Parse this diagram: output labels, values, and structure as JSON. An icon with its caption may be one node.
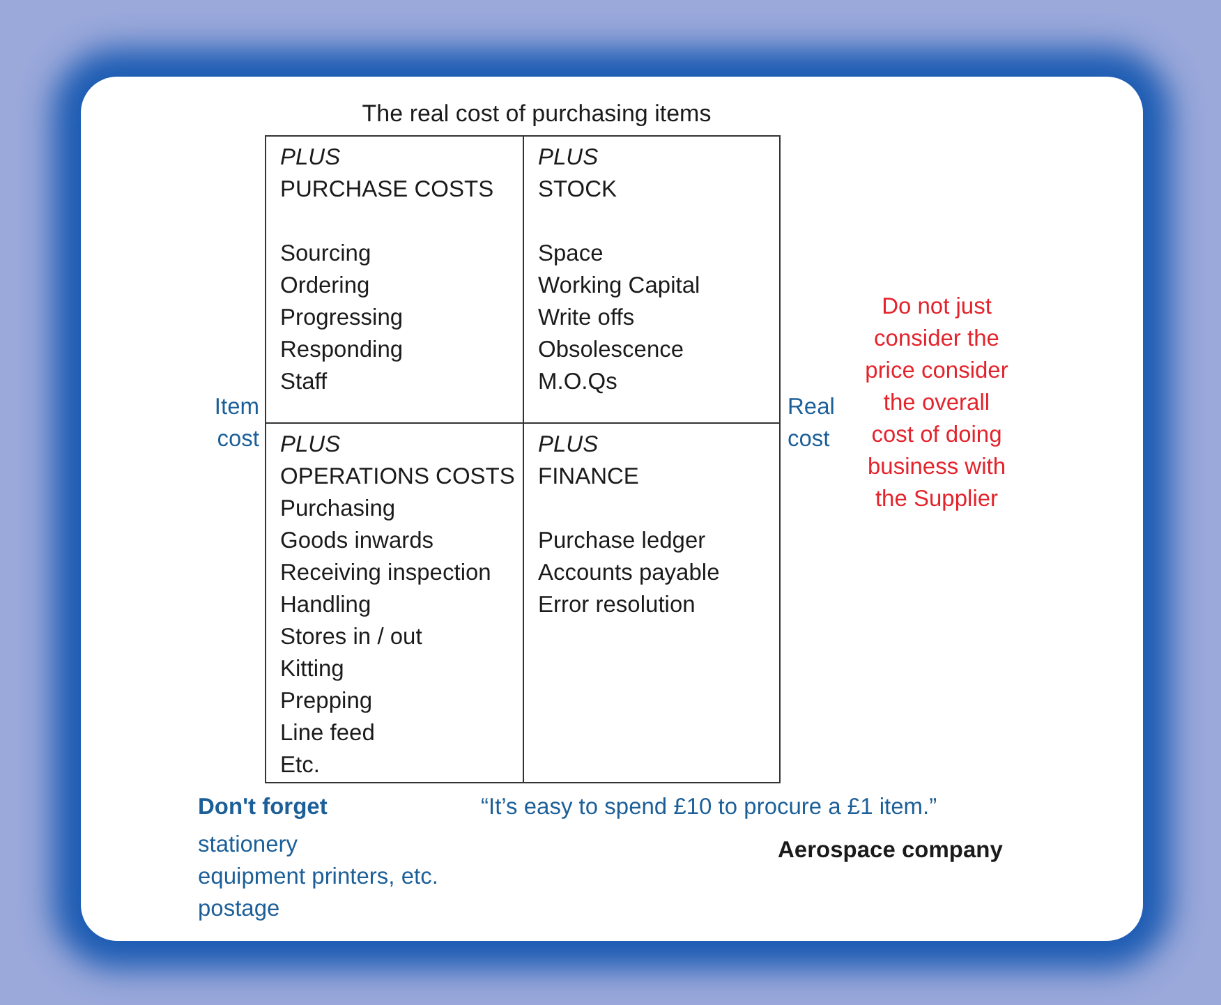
{
  "diagram": {
    "title": "The real cost of purchasing items",
    "nodes": [
      {
        "text": [
          "PLUS",
          "PURCHASE COSTS",
          "Sourcing",
          "Ordering",
          "Progressing",
          "Responding",
          "Staff"
        ]
      },
      {
        "text": [
          "PLUS",
          "STOCK",
          "Space",
          "Working Capital",
          "Write offs",
          "Obsolescence",
          "M.O.Qs"
        ]
      },
      {
        "text": [
          "PLUS",
          "OPERATIONS COSTS",
          "Purchasing",
          "Goods inwards",
          "Receiving inspection",
          "Handling",
          "Stores in / out",
          "Kitting",
          "Prepping",
          "Line feed",
          "Etc."
        ]
      },
      {
        "text": [
          "PLUS",
          "FINANCE",
          "Purchase ledger",
          "Accounts payable",
          "Error resolution"
        ]
      }
    ],
    "labels": [
      "Item cost",
      "Real cost",
      "Do not just consider the price consider the overall cost of doing business with the Supplier",
      "Don't forget",
      "“It’s easy to spend £10 to procure a £1 item.”",
      "stationery",
      "equipment printers, etc.",
      "postage",
      "Aerospace company"
    ]
  }
}
